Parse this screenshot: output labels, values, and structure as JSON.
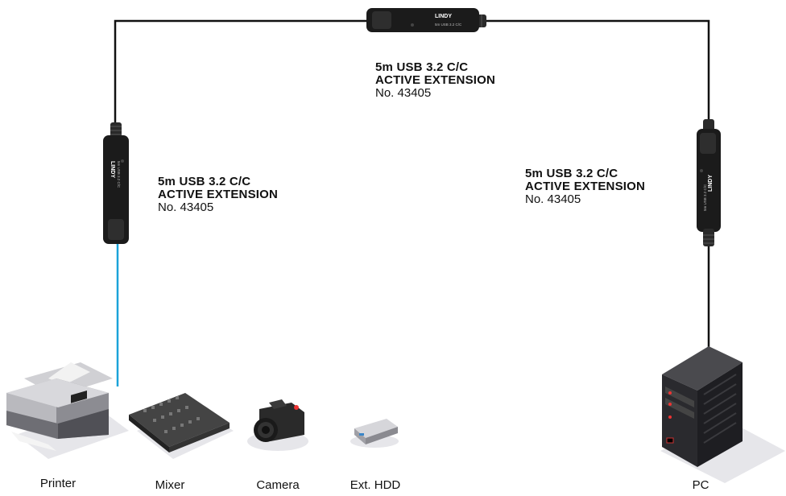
{
  "extensions": [
    {
      "line1": "5m USB 3.2 C/C",
      "line2": "ACTIVE EXTENSION",
      "line3": "No. 43405"
    },
    {
      "line1": "5m USB 3.2 C/C",
      "line2": "ACTIVE EXTENSION",
      "line3": "No. 43405"
    },
    {
      "line1": "5m USB 3.2 C/C",
      "line2": "ACTIVE EXTENSION",
      "line3": "No. 43405"
    }
  ],
  "brand": "LINDY",
  "cable_print": "5m USB 3.2 C/C",
  "devices": {
    "printer": "Printer",
    "mixer": "Mixer",
    "camera": "Camera",
    "hdd": "Ext. HDD",
    "pc": "PC"
  },
  "colors": {
    "cable": "#111111",
    "cable_active": "#1aa3d9",
    "module": "#1b1b1b",
    "shadow": "#e6e6ea"
  }
}
